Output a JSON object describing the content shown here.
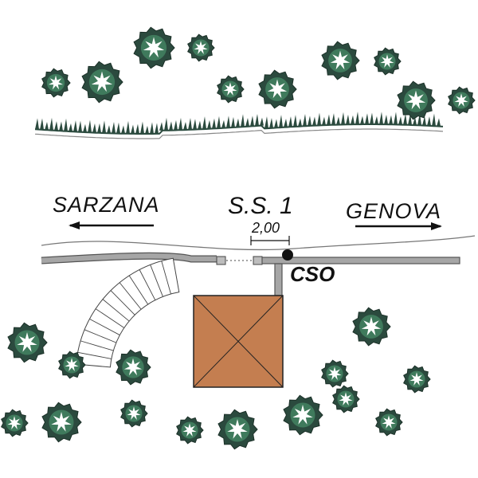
{
  "labels": {
    "left_direction": "SARZANA",
    "road_name": "S.S. 1",
    "right_direction": "GENOVA",
    "dimension": "2,00",
    "point_label": "CSO"
  },
  "colors": {
    "tree_dark": "#2b4a3e",
    "tree_light": "#3f7a5c",
    "building_fill": "#c47e50",
    "building_stroke": "#222222",
    "pipe_fill": "#a6a6a6",
    "pipe_stroke": "#555555",
    "road_line": "#777777",
    "hedge": "#2b4a3e"
  },
  "icons": {
    "tree": "tree-icon",
    "marker": "cso-point-icon",
    "arrow_left": "arrow-left-icon",
    "arrow_right": "arrow-right-icon"
  }
}
